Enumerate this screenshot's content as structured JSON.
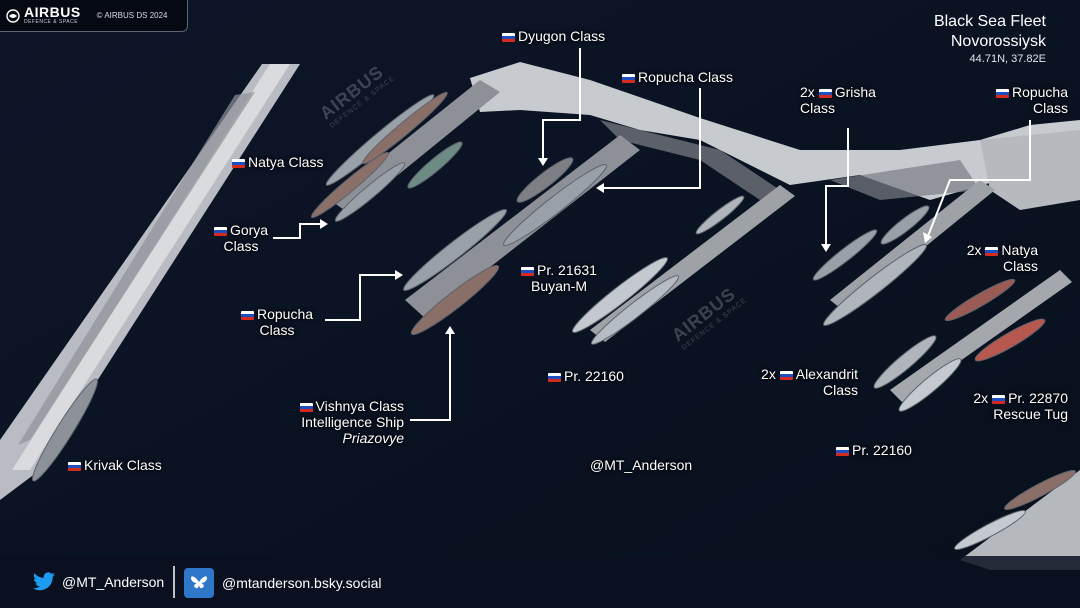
{
  "header": {
    "brand": "AIRBUS",
    "brand_sub": "DEFENCE & SPACE",
    "copyright": "© AIRBUS DS 2024",
    "title_line1": "Black Sea Fleet",
    "title_line2": "Novorossiysk",
    "coordinates": "44.71N, 37.82E"
  },
  "labels": {
    "dyugon": "Dyugon Class",
    "ropucha_top": "Ropucha Class",
    "grisha_1": "2x",
    "grisha_2": "Grisha",
    "grisha_3": "Class",
    "ropucha_right_1": "Ropucha",
    "ropucha_right_2": "Class",
    "natya_left": "Natya Class",
    "gorya_1": "Gorya",
    "gorya_2": "Class",
    "ropucha_left_1": "Ropucha",
    "ropucha_left_2": "Class",
    "buyan_1": "Pr. 21631",
    "buyan_2": "Buyan-M",
    "natya_right_1": "2x",
    "natya_right_2": "Natya",
    "natya_right_3": "Class",
    "alexandrit_1": "2x",
    "alexandrit_2": "Alexandrit",
    "alexandrit_3": "Class",
    "pr22870_1": "2x",
    "pr22870_2": "Pr. 22870",
    "pr22870_3": "Rescue Tug",
    "pr22160_mid": "Pr. 22160",
    "pr22160_right": "Pr. 22160",
    "vishnya_1": "Vishnya Class",
    "vishnya_2": "Intelligence Ship",
    "vishnya_3": "Priazovye",
    "krivak": "Krivak Class",
    "credit": "@MT_Anderson"
  },
  "watermark": {
    "brand": "AIRBUS",
    "sub": "DEFENCE & SPACE"
  },
  "footer": {
    "twitter_handle": "@MT_Anderson",
    "bluesky_handle": "@mtanderson.bsky.social"
  },
  "colors": {
    "water": "#0b1323",
    "pier": "#c9ccd1",
    "flag_white": "#ffffff",
    "flag_blue": "#1f4fbf",
    "flag_red": "#d52b1e",
    "twitter_blue": "#1d9bf0"
  },
  "icons": [
    "airbus-logo-icon",
    "russian-flag-icon",
    "twitter-bird-icon",
    "bluesky-butterfly-icon"
  ]
}
